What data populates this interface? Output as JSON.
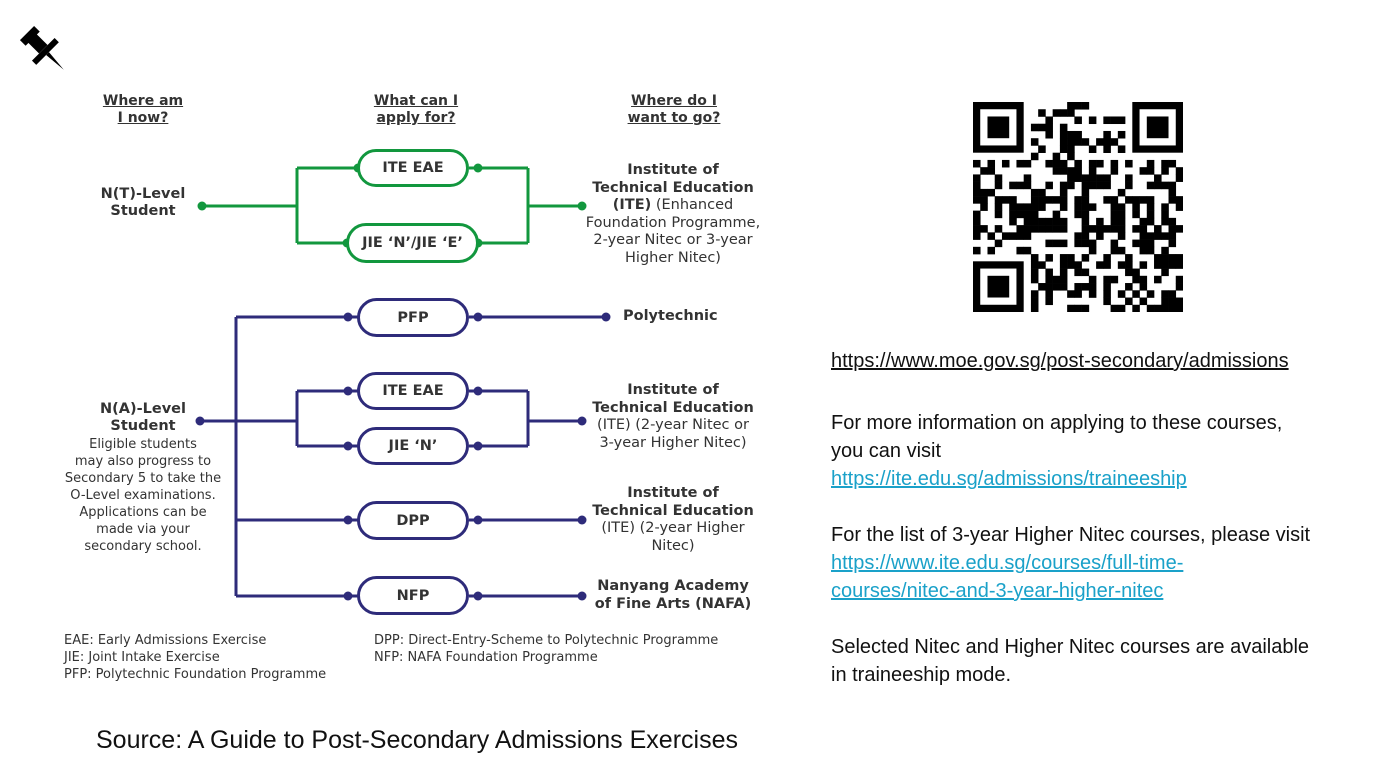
{
  "diagram": {
    "headers": {
      "where_am_i": [
        "Where am",
        "I now?"
      ],
      "what_can_i": [
        "What can I",
        "apply for?"
      ],
      "where_do_i": [
        "Where do I",
        "want to go?"
      ]
    },
    "nt_student": [
      "N(T)-Level",
      "Student"
    ],
    "na_student": [
      "N(A)-Level",
      "Student"
    ],
    "na_note": [
      "Eligible students",
      "may also progress to",
      "Secondary 5 to take the",
      "O-Level examinations.",
      "Applications can be",
      "made via your",
      "secondary school."
    ],
    "pills": {
      "nt_ite_eae": "ITE EAE",
      "nt_jie": "JIE ‘N’/JIE ‘E’",
      "pfp": "PFP",
      "na_ite_eae": "ITE EAE",
      "na_jie": "JIE ‘N’",
      "dpp": "DPP",
      "nfp": "NFP"
    },
    "destinations": {
      "ite_enhanced": {
        "bold": [
          "Institute of",
          "Technical Education"
        ],
        "mixed_bold": "(ITE)",
        "mixed_norm": " (Enhanced",
        "rest": [
          "Foundation Programme,",
          "2-year Nitec or 3-year",
          "Higher Nitec)"
        ]
      },
      "polytechnic": "Polytechnic",
      "ite_2yr_3yr": [
        "Institute of",
        "Technical Education",
        "(ITE) (2-year Nitec or",
        "3-year Higher Nitec)"
      ],
      "ite_2yr_higher": [
        "Institute of",
        "Technical Education",
        "(ITE) (2-year Higher",
        "Nitec)"
      ],
      "nafa": [
        "Nanyang Academy",
        "of Fine Arts (NAFA)"
      ]
    },
    "legend": {
      "left": [
        "EAE: Early Admissions Exercise",
        "JIE: Joint Intake Exercise",
        "PFP: Polytechnic Foundation Programme"
      ],
      "right": [
        "DPP: Direct-Entry-Scheme to Polytechnic Programme",
        "NFP: NAFA Foundation Programme"
      ]
    },
    "colors": {
      "green": "#12973e",
      "navy": "#2e2b7a"
    }
  },
  "source": "Source: A Guide to Post-Secondary Admissions Exercises",
  "right_panel": {
    "moe_url": "https://www.moe.gov.sg/post-secondary/admissions",
    "more_info": [
      "For more information on applying to these courses,",
      "you can visit"
    ],
    "ite_url": "https://ite.edu.sg/admissions/traineeship",
    "list_text": "For the list of 3-year Higher Nitec courses, please visit",
    "higher_nitec_url": [
      "https://www.ite.edu.sg/courses/full-time-",
      "courses/nitec-and-3-year-higher-nitec"
    ],
    "traineeship": [
      "Selected Nitec and Higher Nitec courses are available",
      "in traineeship mode."
    ]
  },
  "icons": {
    "pin": "pushpin-icon",
    "qr": "qr-code"
  }
}
